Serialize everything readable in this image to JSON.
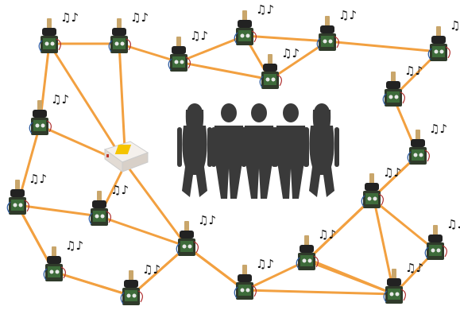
{
  "colors": {
    "link": "#f2a040",
    "background": "#ffffff",
    "silhouette": "#3a3a3a",
    "robot_body": "#2f3a2a",
    "robot_board": "#3d6b3a",
    "robot_clip": "#c9a66b",
    "robot_speaker": "#222222",
    "hub_case": "#f4f0ec",
    "hub_logo": "#f5c400",
    "notes": "#111111"
  },
  "icons": {
    "robot": "robot-node-icon",
    "hub": "central-hub-icon",
    "notes": "music-notes-icon",
    "person": "person-silhouette-icon"
  },
  "diagram": {
    "robots": [
      {
        "id": "r1"
      },
      {
        "id": "r2"
      },
      {
        "id": "r3"
      },
      {
        "id": "r4"
      },
      {
        "id": "r5"
      },
      {
        "id": "r6"
      },
      {
        "id": "r7"
      },
      {
        "id": "r8"
      },
      {
        "id": "r9"
      },
      {
        "id": "r10"
      },
      {
        "id": "r11"
      },
      {
        "id": "r12"
      },
      {
        "id": "r13"
      },
      {
        "id": "r14"
      },
      {
        "id": "r15"
      },
      {
        "id": "r16"
      },
      {
        "id": "r17"
      },
      {
        "id": "r18"
      },
      {
        "id": "r19"
      },
      {
        "id": "r20"
      },
      {
        "id": "r21"
      },
      {
        "id": "r22"
      }
    ],
    "hub": {
      "id": "hub"
    },
    "audience": {
      "people": 5
    },
    "links": [
      [
        "r1",
        "r2"
      ],
      [
        "r2",
        "r3"
      ],
      [
        "r3",
        "r4"
      ],
      [
        "r4",
        "r5"
      ],
      [
        "r5",
        "r6"
      ],
      [
        "r6",
        "r7"
      ],
      [
        "r7",
        "r8"
      ],
      [
        "r8",
        "r9"
      ],
      [
        "r9",
        "r10"
      ],
      [
        "r10",
        "r11"
      ],
      [
        "r11",
        "r12"
      ],
      [
        "r12",
        "r13"
      ],
      [
        "r13",
        "r14"
      ],
      [
        "r14",
        "r15"
      ],
      [
        "r15",
        "r16"
      ],
      [
        "r16",
        "r17"
      ],
      [
        "r17",
        "r18"
      ],
      [
        "r18",
        "r19"
      ],
      [
        "r19",
        "r1"
      ],
      [
        "r3",
        "r5"
      ],
      [
        "r4",
        "r6"
      ],
      [
        "r18",
        "r20"
      ],
      [
        "r19",
        "hub"
      ],
      [
        "r20",
        "hub"
      ],
      [
        "r1",
        "hub"
      ],
      [
        "r2",
        "hub"
      ],
      [
        "hub",
        "r15"
      ],
      [
        "r20",
        "r15"
      ],
      [
        "r18",
        "r17"
      ],
      [
        "r17",
        "r16"
      ],
      [
        "r16",
        "r15"
      ],
      [
        "r15",
        "r14"
      ],
      [
        "r14",
        "r12"
      ],
      [
        "r13",
        "r21"
      ],
      [
        "r12",
        "r21"
      ],
      [
        "r21",
        "r9"
      ],
      [
        "r21",
        "r22"
      ],
      [
        "r22",
        "r12"
      ],
      [
        "r10",
        "r22"
      ]
    ]
  }
}
